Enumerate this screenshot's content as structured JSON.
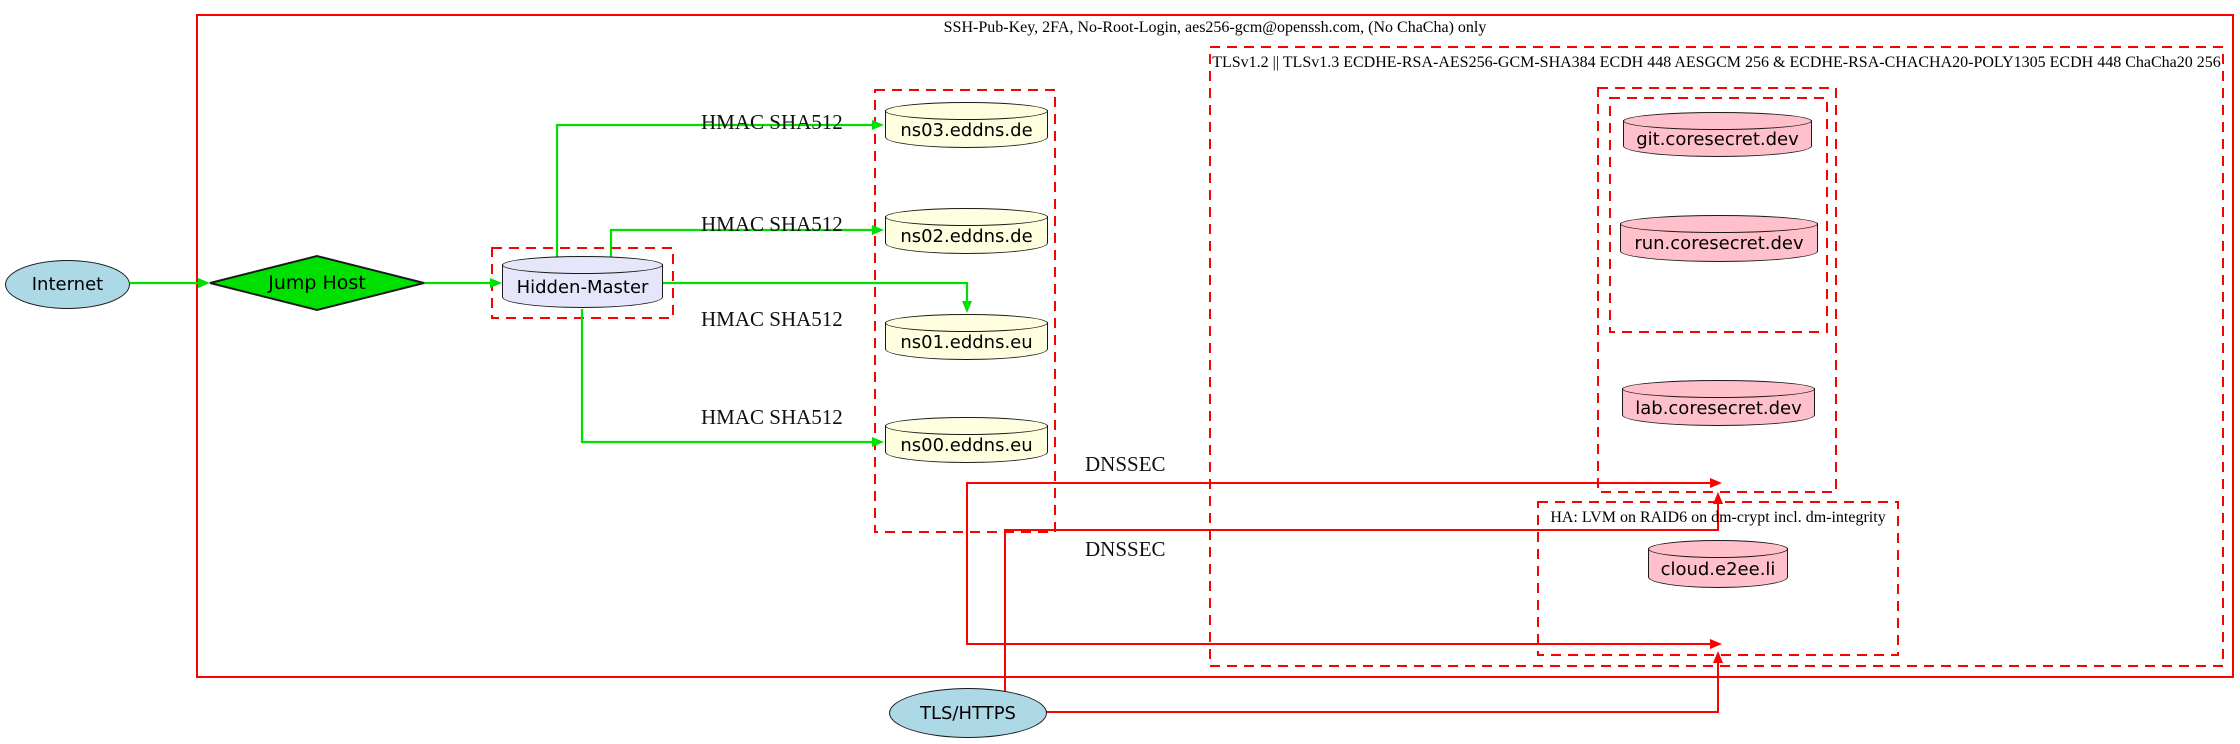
{
  "diagram": {
    "clusters": {
      "ssh_label": "SSH-Pub-Key, 2FA, No-Root-Login, aes256-gcm@openssh.com, (No ChaCha) only",
      "tls_label": "TLSv1.2 || TLSv1.3 ECDHE-RSA-AES256-GCM-SHA384 ECDH 448 AESGCM 256 & ECDHE-RSA-CHACHA20-POLY1305 ECDH 448 ChaCha20 256",
      "ha_label": "HA: LVM on RAID6 on dm-crypt incl. dm-integrity"
    },
    "nodes": {
      "internet": "Internet",
      "jump_host": "Jump Host",
      "hidden_master": "Hidden-Master",
      "ns03": "ns03.eddns.de",
      "ns02": "ns02.eddns.de",
      "ns01": "ns01.eddns.eu",
      "ns00": "ns00.eddns.eu",
      "git": "git.coresecret.dev",
      "run": "run.coresecret.dev",
      "lab": "lab.coresecret.dev",
      "cloud": "cloud.e2ee.li",
      "tls_https": "TLS/HTTPS"
    },
    "edge_labels": {
      "hmac": "HMAC SHA512",
      "dnssec": "DNSSEC"
    },
    "colors": {
      "edge_green": "#00e000",
      "edge_red": "#ff0000",
      "node_border": "#1a1a1a",
      "fill_lightblue": "#add8e6",
      "fill_green": "#00e000",
      "fill_lavender": "#e6e6fa",
      "fill_lightyellow": "#ffffe0",
      "fill_pink": "#ffc0cb"
    }
  }
}
